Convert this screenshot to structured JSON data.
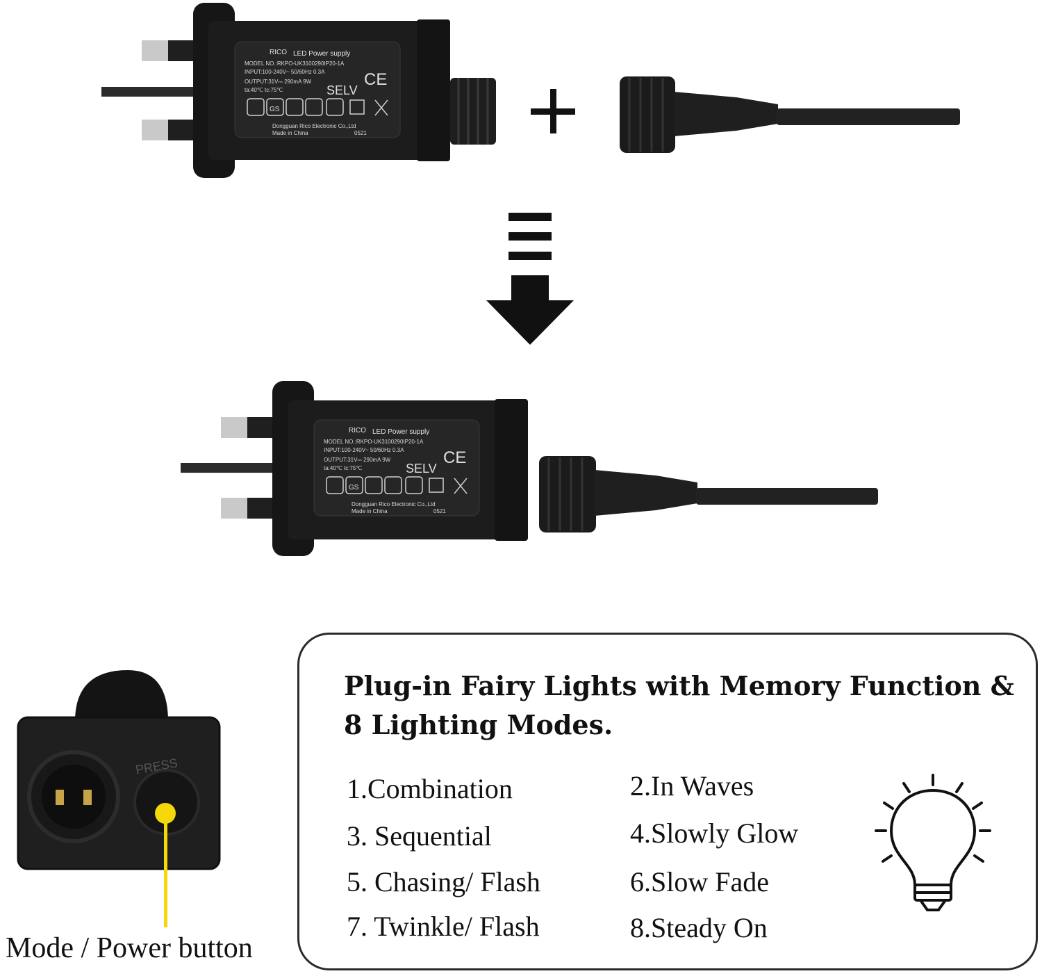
{
  "adapter": {
    "brand": "RICO",
    "title": "LED Power supply",
    "model": "MODEL NO.:RKPO-UK3100290IP20-1A",
    "input": "INPUT:100-240V~ 50/60Hz 0.3A",
    "output": "OUTPUT:31V⎓ 290mA 9W",
    "temps": "ta:40℃ tc:75℃",
    "selv": "SELV",
    "ce": "CE",
    "maker": "Dongguan Rico Electronic Co.,Ltd",
    "origin": "Made in China",
    "date_code": "0521",
    "gs": "GS"
  },
  "operator_plus": "+",
  "plug_button_text": "PRESS",
  "caption": "Mode / Power button",
  "panel": {
    "title": "Plug-in Fairy Lights with Memory Function & 8 Lighting Modes.",
    "modes": [
      "1.Combination",
      "2.In Waves",
      "3. Sequential",
      "4.Slowly Glow",
      "5. Chasing/ Flash",
      "6.Slow Fade",
      "7. Twinkle/ Flash",
      "8.Steady On"
    ]
  },
  "colors": {
    "adapter_body": "#1c1c1c",
    "pin_metal": "#c9c9c9",
    "button_dot": "#f5d70a",
    "panel_border": "#2a2a2a"
  },
  "icons": [
    "plus-icon",
    "equals-arrow-icon",
    "light-bulb-icon",
    "mode-button-dot-icon"
  ]
}
